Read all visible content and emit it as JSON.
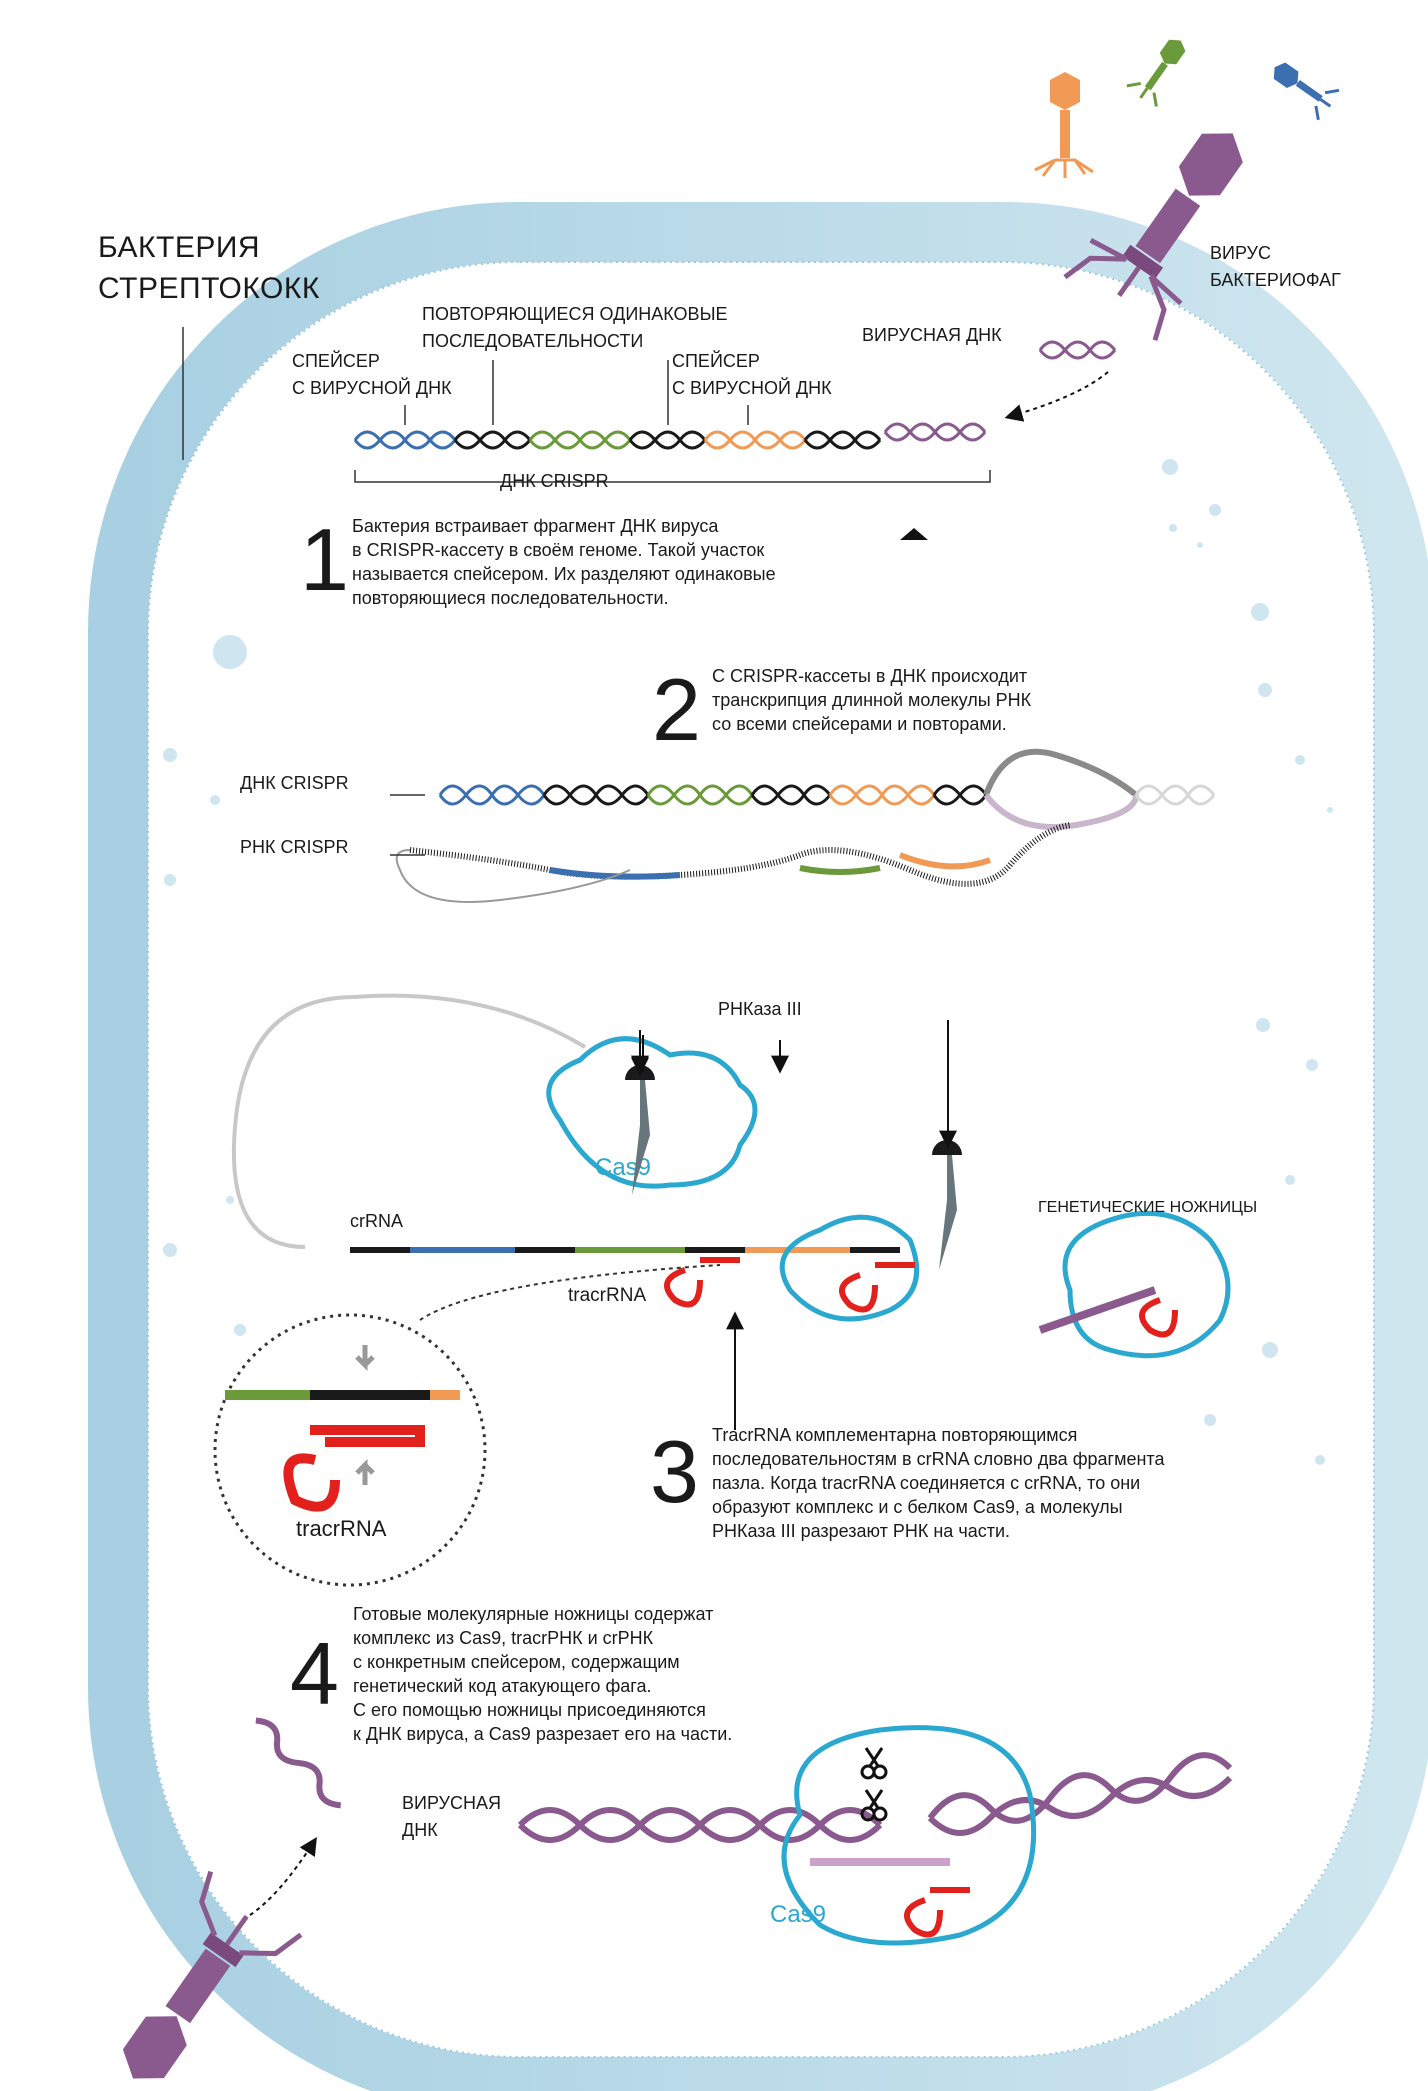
{
  "bacterium": {
    "title_line1": "БАКТЕРИЯ",
    "title_line2": "СТРЕПТОКОКК"
  },
  "virus": {
    "label_line1": "ВИРУС",
    "label_line2": "БАКТЕРИОФАГ"
  },
  "step1": {
    "number": "1",
    "repeats_line1": "ПОВТОРЯЮЩИЕСЯ ОДИНАКОВЫЕ",
    "repeats_line2": "ПОСЛЕДОВАТЕЛЬНОСТИ",
    "spacer_left_line1": "СПЕЙСЕР",
    "spacer_left_line2": "С ВИРУСНОЙ ДНК",
    "spacer_right_line1": "СПЕЙСЕР",
    "spacer_right_line2": "С ВИРУСНОЙ ДНК",
    "viral_dna": "ВИРУСНАЯ ДНК",
    "crispr_dna": "ДНК CRISPR",
    "text_line1": "Бактерия встраивает фрагмент ДНК вируса",
    "text_line2": "в CRISPR-кассету в своём геноме. Такой участок",
    "text_line3": "называется спейсером. Их разделяют одинаковые",
    "text_line4": "повторяющиеся последовательности."
  },
  "step2": {
    "number": "2",
    "text_line1": "С CRISPR-кассеты в ДНК происходит",
    "text_line2": "транскрипция длинной молекулы РНК",
    "text_line3": "со всеми спейсерами и повторами.",
    "dna_label": "ДНК CRISPR",
    "rna_label": "РНК CRISPR"
  },
  "step3": {
    "number": "3",
    "rnase": "РНКаза III",
    "cas9": "Cas9",
    "crrna": "crRNA",
    "tracrrna": "tracrRNA",
    "tracrrna_zoom": "tracrRNA",
    "scissors": "ГЕНЕТИЧЕСКИЕ НОЖНИЦЫ",
    "text_line1": "TracrRNA комплементарна повторяющимся",
    "text_line2": "последовательностям в crRNA словно два фрагмента",
    "text_line3": "пазла. Когда tracrRNA соединяется с crRNA, то они",
    "text_line4": "образуют комплекс и с белком Cas9, а молекулы",
    "text_line5": "РНКаза III разрезают РНК на части."
  },
  "step4": {
    "number": "4",
    "text_line1": "Готовые молекулярные ножницы содержат",
    "text_line2": "комплекс из Cas9, tracrРНК и crРНК",
    "text_line3": "с конкретным спейсером, содержащим",
    "text_line4": "генетический код атакующего фага.",
    "text_line5": "С его помощью ножницы присоединяются",
    "text_line6": "к ДНК вируса, а Cas9 разрезает его на части.",
    "viral_dna_line1": "ВИРУСНАЯ",
    "viral_dna_line2": "ДНК",
    "cas9": "Cas9"
  },
  "colors": {
    "cell_wall": "#b9dbe8",
    "blue_spacer": "#3b6fb0",
    "black_repeat": "#1a1a1a",
    "green_spacer": "#6a9a3a",
    "orange_spacer": "#f09a55",
    "viral_purple": "#8a5a8f",
    "cas9": "#2aa8cf",
    "tracr_red": "#e2201c",
    "rnase_gray": "#66767c",
    "phage_orange": "#f09a55",
    "phage_green": "#6a9a3a",
    "phage_blue": "#3b6fb0",
    "phage_purple": "#8a5a8f"
  },
  "icons": [
    "bacteriophage-icon",
    "scissors-icon",
    "rnase-icon",
    "arrow-icon"
  ]
}
